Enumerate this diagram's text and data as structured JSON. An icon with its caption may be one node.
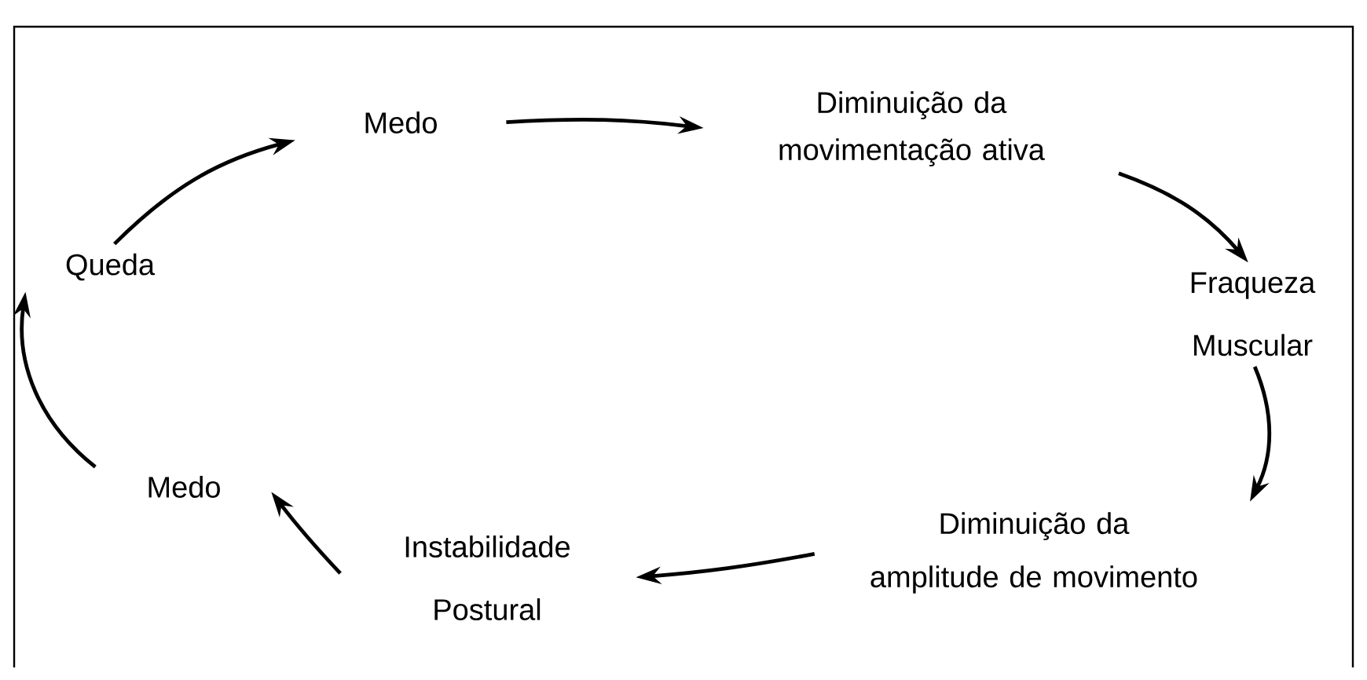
{
  "diagram": {
    "nodes": [
      {
        "text": [
          "Medo"
        ]
      },
      {
        "text": [
          "Diminuição da movimentação ativa"
        ]
      },
      {
        "text": [
          "Fraqueza Muscular"
        ]
      },
      {
        "text": [
          "Diminuição da amplitude de movimento"
        ]
      },
      {
        "text": [
          "Instabilidade Postural"
        ]
      },
      {
        "text": [
          "Medo"
        ]
      },
      {
        "text": [
          "Queda"
        ]
      }
    ],
    "edges": [
      {
        "from": 0,
        "to": 1,
        "arrow": "to"
      },
      {
        "from": 1,
        "to": 2,
        "arrow": "to"
      },
      {
        "from": 2,
        "to": 3,
        "arrow": "to"
      },
      {
        "from": 3,
        "to": 4,
        "arrow": "to"
      },
      {
        "from": 4,
        "to": 5,
        "arrow": "to"
      },
      {
        "from": 5,
        "to": 6,
        "arrow": "to"
      },
      {
        "from": 6,
        "to": 0,
        "arrow": "to"
      }
    ]
  }
}
